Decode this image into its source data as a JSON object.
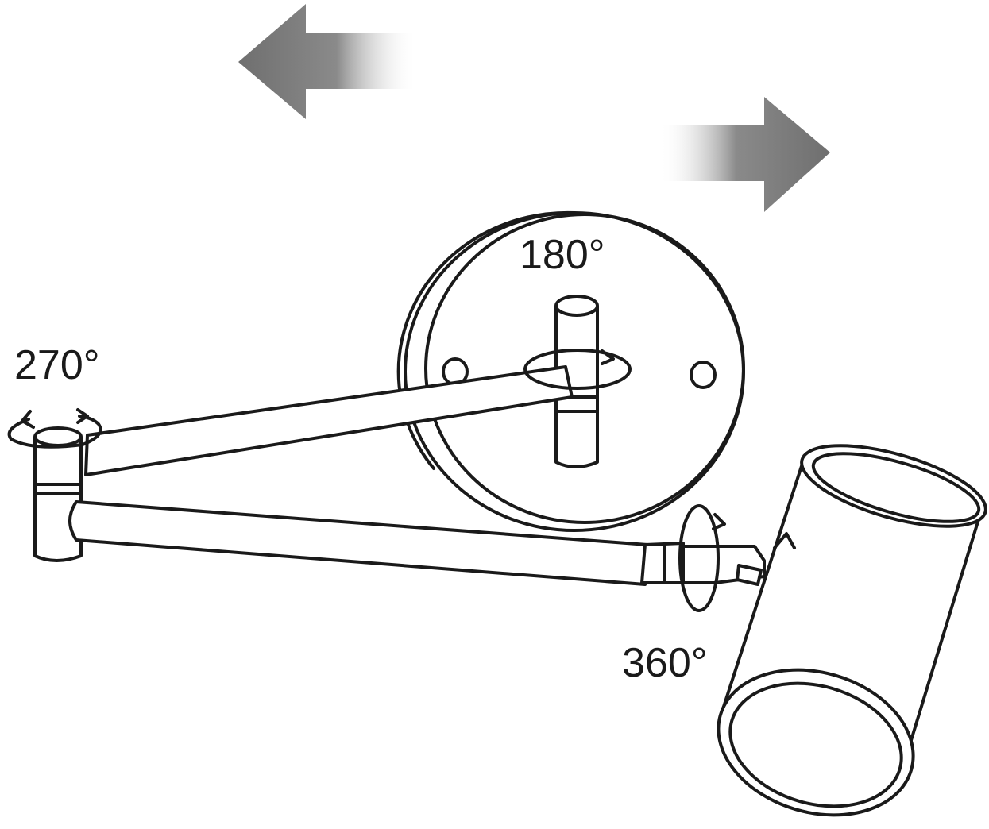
{
  "labels": {
    "rotation_arm_base": "270°",
    "rotation_wall_plate": "180°",
    "rotation_lamp_head": "360°"
  },
  "colors": {
    "line": "#1a1a1a",
    "arrow": "#7a7a7a",
    "background": "#ffffff"
  },
  "icons": [
    "arrow-left-icon",
    "arrow-right-icon",
    "rotate-icon"
  ]
}
